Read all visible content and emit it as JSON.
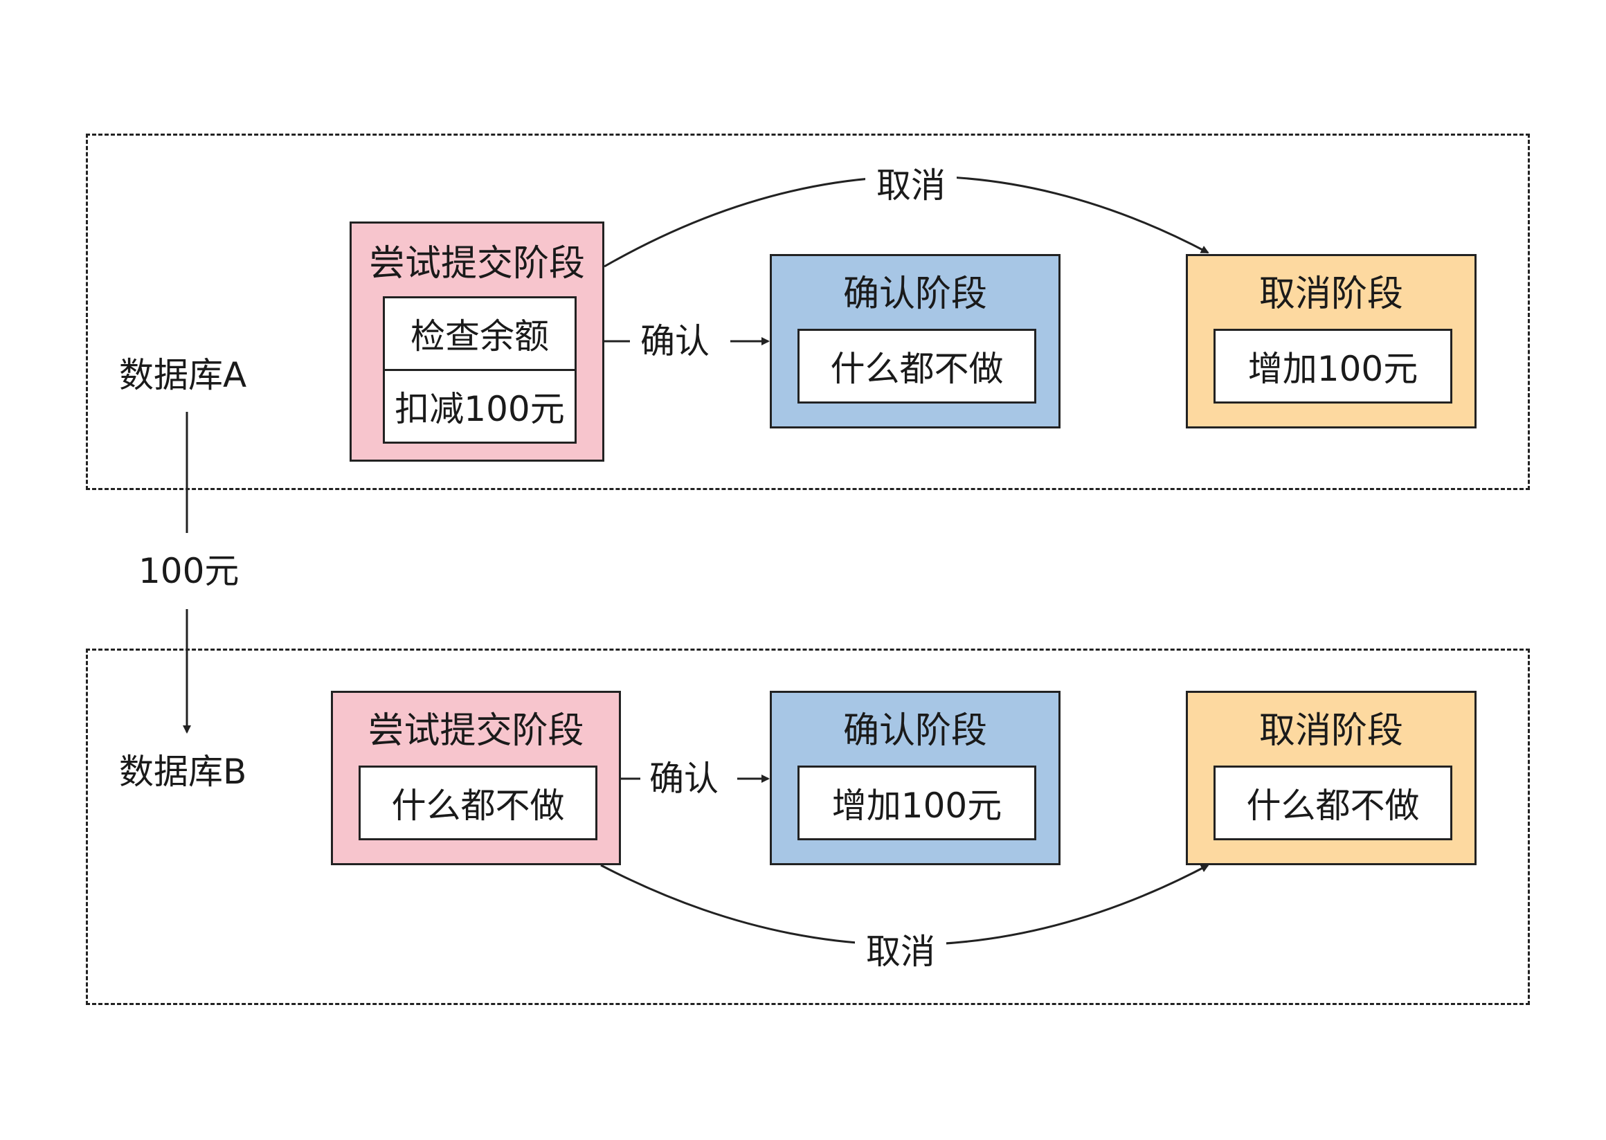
{
  "databases": [
    {
      "label": "数据库A",
      "try": {
        "title": "尝试提交阶段",
        "actions": [
          "检查余额",
          "扣减100元"
        ]
      },
      "confirm": {
        "title": "确认阶段",
        "actions": [
          "什么都不做"
        ]
      },
      "cancel": {
        "title": "取消阶段",
        "actions": [
          "增加100元"
        ]
      },
      "confirm_edge": "确认",
      "cancel_edge": "取消"
    },
    {
      "label": "数据库B",
      "try": {
        "title": "尝试提交阶段",
        "actions": [
          "什么都不做"
        ]
      },
      "confirm": {
        "title": "确认阶段",
        "actions": [
          "增加100元"
        ]
      },
      "cancel": {
        "title": "取消阶段",
        "actions": [
          "什么都不做"
        ]
      },
      "confirm_edge": "确认",
      "cancel_edge": "取消"
    }
  ],
  "transfer_label": "100元",
  "colors": {
    "try": "#f7c5cd",
    "confirm": "#a7c6e5",
    "cancel": "#fdd9a0",
    "line": "#222222"
  }
}
